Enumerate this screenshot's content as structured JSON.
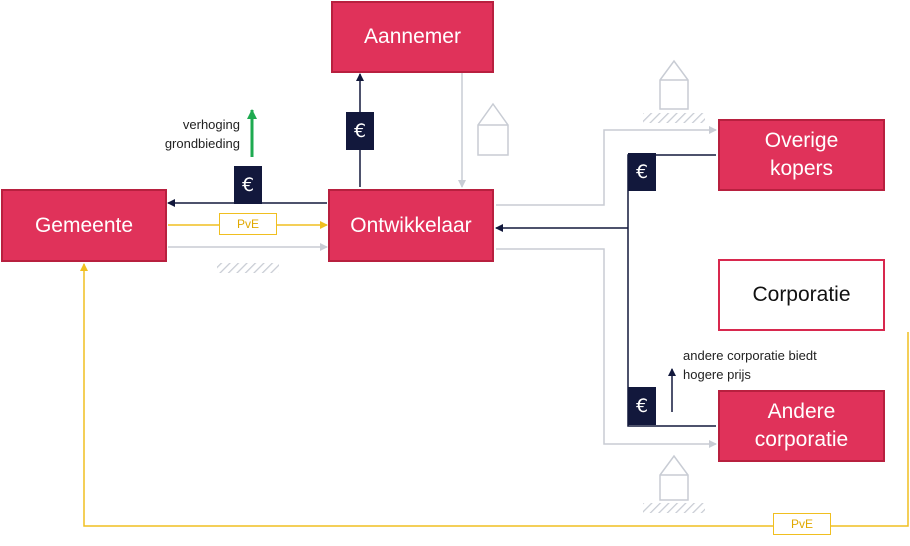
{
  "nodes": {
    "aannemer": "Aannemer",
    "gemeente": "Gemeente",
    "ontwikkelaar": "Ontwikkelaar",
    "overige_kopers": "Overige\nkopers",
    "corporatie": "Corporatie",
    "andere_corporatie": "Andere\ncorporatie"
  },
  "labels": {
    "euro": "€",
    "pve": "PvE",
    "verhoging": "verhoging\ngrondbieding",
    "andere_biedt": "andere corporatie biedt\nhogere prijs"
  },
  "colors": {
    "box_fill": "#e0325a",
    "money_flow": "#12183c",
    "program_flow": "#f0bf20",
    "product_flow": "#c8ccd4",
    "increase_arrow": "#1eaa50"
  },
  "icons": [
    "house-icon",
    "land-hatch-icon",
    "up-arrow-icon"
  ]
}
